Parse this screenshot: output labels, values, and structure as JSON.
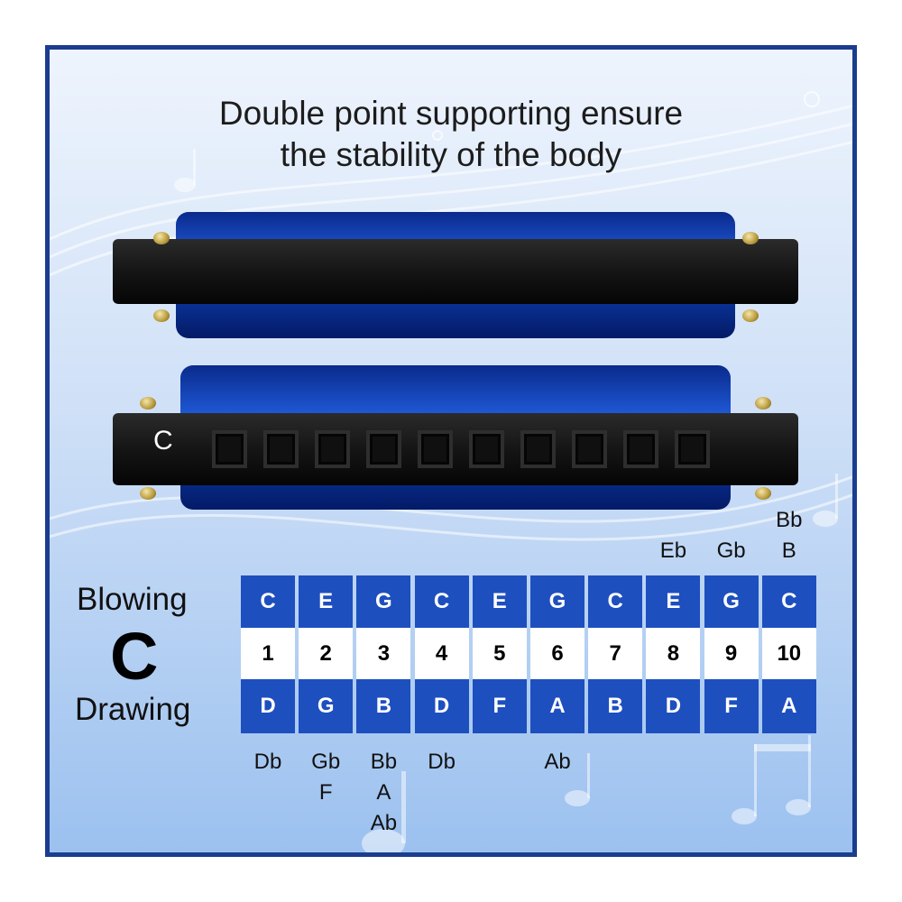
{
  "title_lines": [
    "Double point supporting ensure",
    "the stability of the body"
  ],
  "harmonica_key_label": "C",
  "labels": {
    "blowing": "Blowing",
    "key": "C",
    "drawing": "Drawing"
  },
  "holes": [
    {
      "number": "1",
      "blow": "C",
      "draw": "D",
      "blow_bends": [],
      "draw_bends": [
        "Db"
      ]
    },
    {
      "number": "2",
      "blow": "E",
      "draw": "G",
      "blow_bends": [],
      "draw_bends": [
        "Gb",
        "F"
      ]
    },
    {
      "number": "3",
      "blow": "G",
      "draw": "B",
      "blow_bends": [],
      "draw_bends": [
        "Bb",
        "A",
        "Ab"
      ]
    },
    {
      "number": "4",
      "blow": "C",
      "draw": "D",
      "blow_bends": [],
      "draw_bends": [
        "Db"
      ]
    },
    {
      "number": "5",
      "blow": "E",
      "draw": "F",
      "blow_bends": [],
      "draw_bends": []
    },
    {
      "number": "6",
      "blow": "G",
      "draw": "A",
      "blow_bends": [],
      "draw_bends": [
        "Ab"
      ]
    },
    {
      "number": "7",
      "blow": "C",
      "draw": "B",
      "blow_bends": [],
      "draw_bends": []
    },
    {
      "number": "8",
      "blow": "E",
      "draw": "D",
      "blow_bends": [
        "Eb"
      ],
      "draw_bends": []
    },
    {
      "number": "9",
      "blow": "G",
      "draw": "F",
      "blow_bends": [
        "Gb"
      ],
      "draw_bends": []
    },
    {
      "number": "10",
      "blow": "C",
      "draw": "A",
      "blow_bends": [
        "Bb",
        "B"
      ],
      "draw_bends": []
    }
  ],
  "colors": {
    "cell_blue": "#1e4fbf",
    "frame_border": "#1a3d8f",
    "harmonica_blue": "#1f5ad8"
  }
}
